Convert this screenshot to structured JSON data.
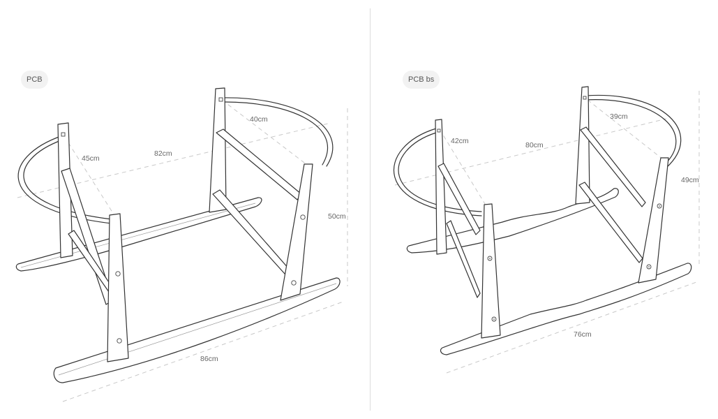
{
  "products": [
    {
      "label": "PCB",
      "dimensions": {
        "depth": "45cm",
        "length": "82cm",
        "hoop_depth": "40cm",
        "height": "50cm",
        "rocker_length": "86cm"
      },
      "rocker_style": "smooth-curve"
    },
    {
      "label": "PCB bs",
      "dimensions": {
        "depth": "42cm",
        "length": "80cm",
        "hoop_depth": "39cm",
        "height": "49cm",
        "rocker_length": "76cm"
      },
      "rocker_style": "wavy"
    }
  ],
  "colors": {
    "line": "#333333",
    "dimension_line": "#c8c8c8",
    "label_text": "#666666",
    "badge_bg": "#f2f2f2",
    "divider": "#dcdcdc"
  }
}
